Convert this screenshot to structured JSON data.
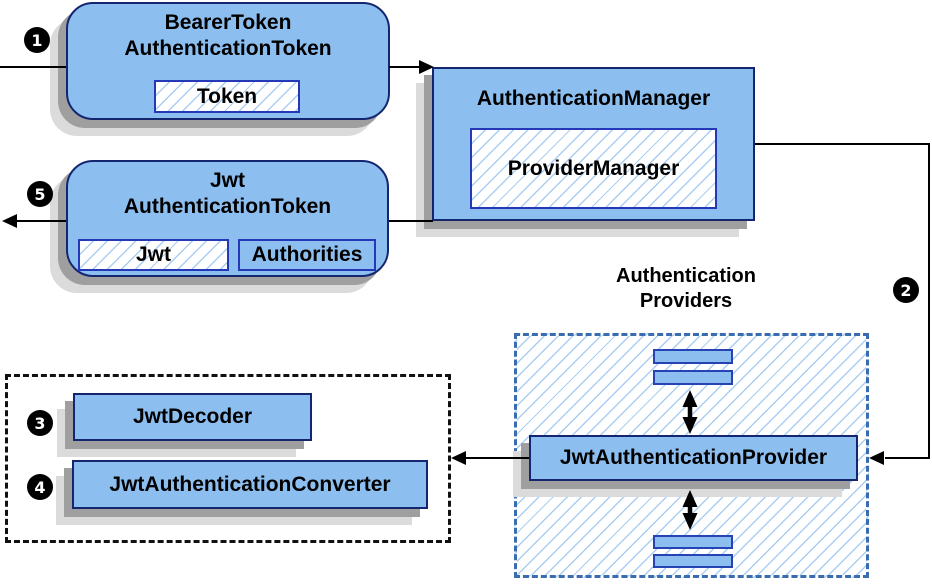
{
  "diagram": {
    "badges": {
      "b1": "1",
      "b2": "2",
      "b3": "3",
      "b4": "4",
      "b5": "5"
    },
    "bearer_token": {
      "title1": "BearerToken",
      "title2": "AuthenticationToken",
      "chip": "Token"
    },
    "authentication_manager": {
      "title": "AuthenticationManager",
      "chip": "ProviderManager"
    },
    "jwt_token": {
      "title1": "Jwt",
      "title2": "AuthenticationToken",
      "chip_jwt": "Jwt",
      "chip_authorities": "Authorities"
    },
    "providers": {
      "label1": "Authentication",
      "label2": "Providers",
      "provider": "JwtAuthenticationProvider"
    },
    "decoder_group": {
      "decoder": "JwtDecoder",
      "converter": "JwtAuthenticationConverter"
    },
    "colors": {
      "box_fill": "#8cbff0",
      "box_border": "#14266f",
      "chip_border": "#2438b8",
      "mini_border": "#2643b5",
      "hatch_line": "#aacdf2",
      "dashed_blue_border": "#3a6cb0",
      "dashed_black_border": "#111111",
      "shadow_dark": "#9f9f9f",
      "shadow_light": "#dbdbdb",
      "arrow": "#000000",
      "badge_bg": "#000000",
      "badge_text": "#ffffff"
    }
  }
}
